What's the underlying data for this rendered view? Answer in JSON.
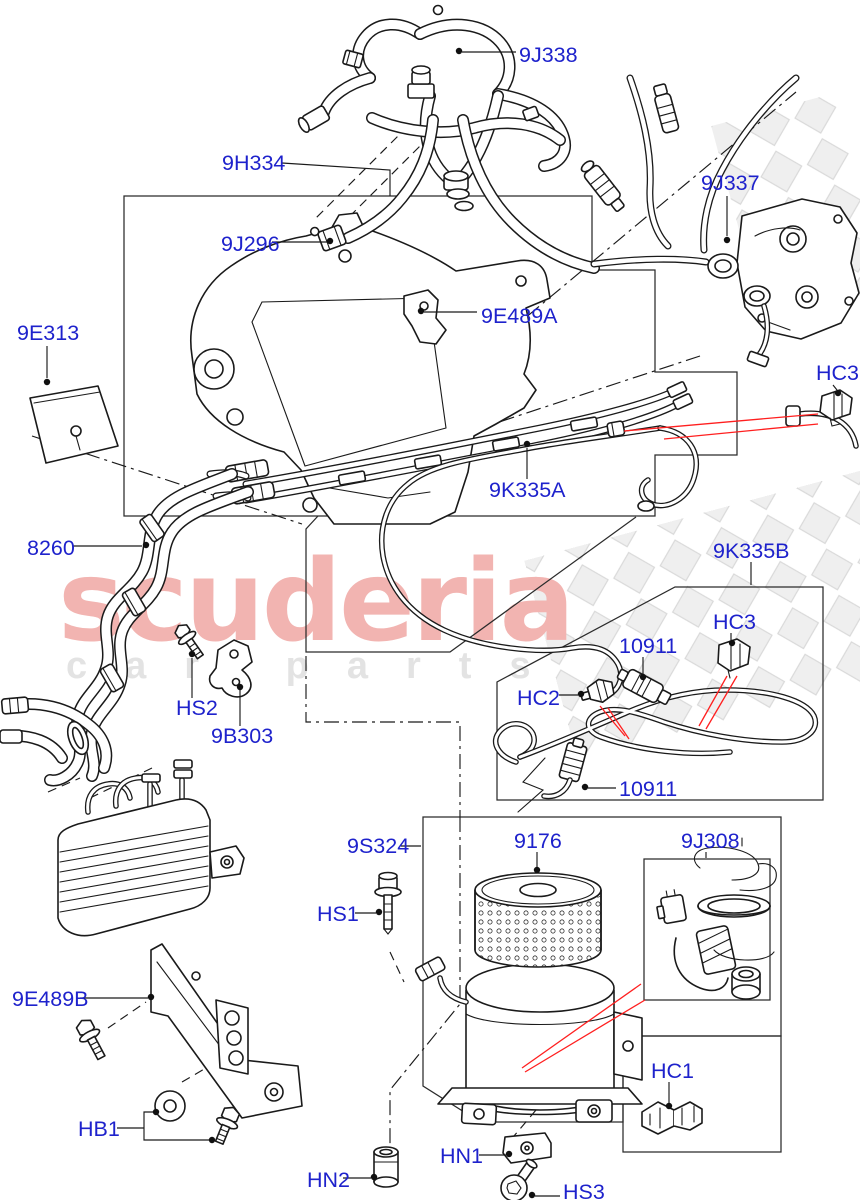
{
  "diagram": {
    "part_labels": {
      "l_9j338": "9J338",
      "l_9h334": "9H334",
      "l_9j296": "9J296",
      "l_9e489a": "9E489A",
      "l_9j337": "9J337",
      "l_9e313": "9E313",
      "l_hc3_top": "HC3",
      "l_9k335a": "9K335A",
      "l_8260": "8260",
      "l_9k335b": "9K335B",
      "l_hc3_box": "HC3",
      "l_10911_a": "10911",
      "l_hc2": "HC2",
      "l_10911_b": "10911",
      "l_hs2": "HS2",
      "l_9b303": "9B303",
      "l_9s324": "9S324",
      "l_9176": "9176",
      "l_9j308": "9J308",
      "l_hs1": "HS1",
      "l_9e489b": "9E489B",
      "l_hb1": "HB1",
      "l_hn2": "HN2",
      "l_hn1": "HN1",
      "l_hs3": "HS3",
      "l_hc1": "HC1"
    },
    "watermark": {
      "brand": "scuderia",
      "tagline": "car parts"
    },
    "colors": {
      "label_blue": "#1e22cc",
      "line_black": "#1a1a1a",
      "pointer_red": "#ff1f1f",
      "watermark_pink": "#f2b4b1",
      "watermark_gray": "#e3e3e3",
      "checker_gray": "#d2d2d2"
    }
  }
}
